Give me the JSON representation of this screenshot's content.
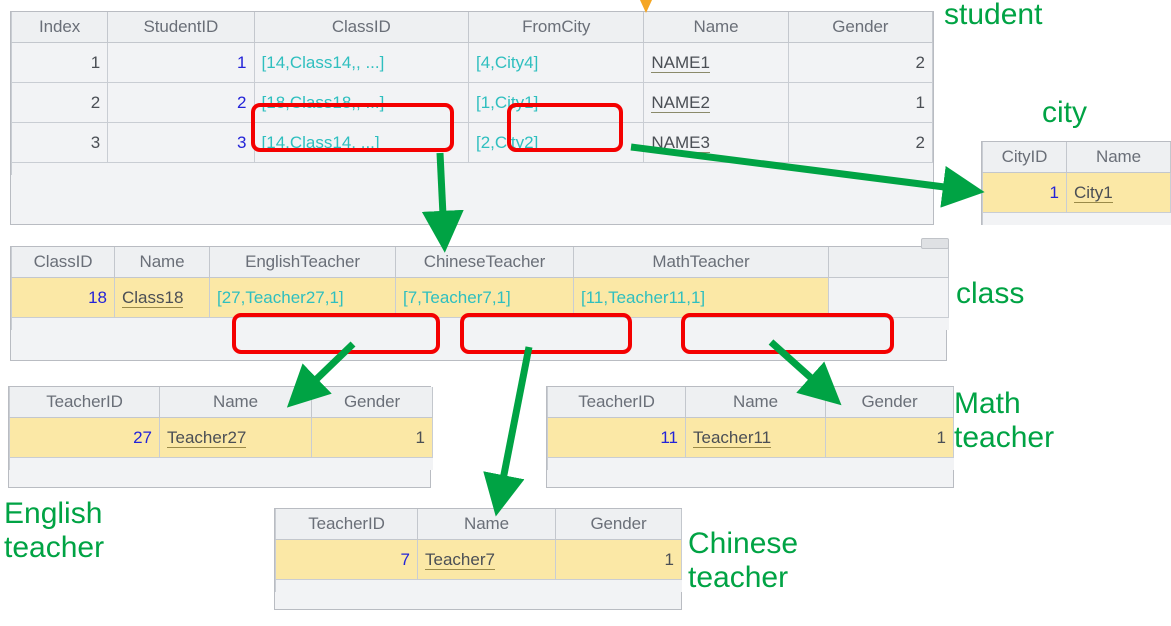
{
  "tables": {
    "student": {
      "caption": "student",
      "columns": [
        "Index",
        "StudentID",
        "ClassID",
        "FromCity",
        "Name",
        "Gender"
      ],
      "rows": [
        {
          "index": "1",
          "studentId": "1",
          "classId": "[14,Class14,, ...]",
          "fromCity": "[4,City4]",
          "name": "NAME1",
          "gender": "2"
        },
        {
          "index": "2",
          "studentId": "2",
          "classId": "[18,Class18,, ...]",
          "fromCity": "[1,City1]",
          "name": "NAME2",
          "gender": "1"
        },
        {
          "index": "3",
          "studentId": "3",
          "classId": "[14,Class14, ...]",
          "fromCity": "[2,City2]",
          "name": "NAME3",
          "gender": "2"
        }
      ]
    },
    "city": {
      "caption": "city",
      "columns": [
        "CityID",
        "Name"
      ],
      "rows": [
        {
          "cityId": "1",
          "name": "City1"
        }
      ]
    },
    "class": {
      "caption": "class",
      "columns": [
        "ClassID",
        "Name",
        "EnglishTeacher",
        "ChineseTeacher",
        "MathTeacher"
      ],
      "rows": [
        {
          "classId": "18",
          "name": "Class18",
          "englishTeacher": "[27,Teacher27,1]",
          "chineseTeacher": "[7,Teacher7,1]",
          "mathTeacher": "[11,Teacher11,1]"
        }
      ]
    },
    "englishTeacher": {
      "caption": "English\nteacher",
      "columns": [
        "TeacherID",
        "Name",
        "Gender"
      ],
      "rows": [
        {
          "teacherId": "27",
          "name": "Teacher27",
          "gender": "1"
        }
      ]
    },
    "mathTeacher": {
      "caption": "Math\nteacher",
      "columns": [
        "TeacherID",
        "Name",
        "Gender"
      ],
      "rows": [
        {
          "teacherId": "11",
          "name": "Teacher11",
          "gender": "1"
        }
      ]
    },
    "chineseTeacher": {
      "caption": "Chinese\nteacher",
      "columns": [
        "TeacherID",
        "Name",
        "Gender"
      ],
      "rows": [
        {
          "teacherId": "7",
          "name": "Teacher7",
          "gender": "1"
        }
      ]
    }
  },
  "colors": {
    "arrow": "#00a344",
    "highlight_box": "#f40000",
    "caption": "#00a344",
    "row_highlight": "#fbe8a6",
    "link_value": "#2fbfbf",
    "id_value": "#2323d8"
  }
}
